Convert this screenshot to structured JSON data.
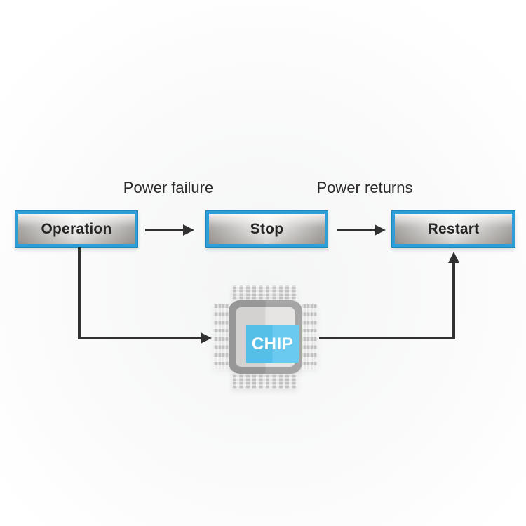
{
  "diagram": {
    "nodes": [
      {
        "id": "operation",
        "label": "Operation"
      },
      {
        "id": "stop",
        "label": "Stop"
      },
      {
        "id": "restart",
        "label": "Restart"
      }
    ],
    "edge_labels": [
      {
        "label": "Power failure"
      },
      {
        "label": "Power returns"
      }
    ],
    "chip": {
      "label": "CHIP"
    },
    "colors": {
      "node_border_blue": "#2d9ed7",
      "node_fill_edge_gray": "#a9a7a4",
      "node_fill_center_gray": "#f4f3f2",
      "node_text": "#262626",
      "arrow": "#313131",
      "label_text": "#2b2b2b",
      "chip_body_gray": "#9c9c9c",
      "chip_panel_gray": "#dcdbda",
      "chip_screen_blue": "#5fc4ea",
      "chip_pin_gray": "#c2c2c2",
      "chip_text": "#ffffff"
    }
  }
}
